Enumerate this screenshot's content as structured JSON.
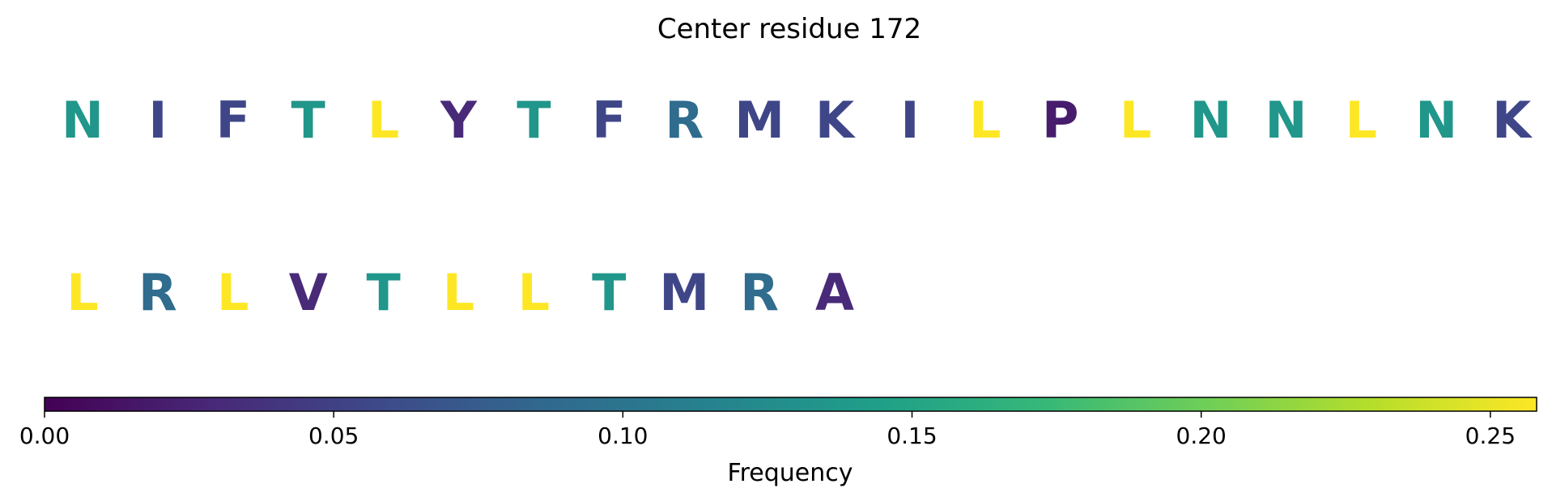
{
  "chart_data": {
    "type": "heatmap",
    "title": "Center residue 172",
    "rows": [
      {
        "letters": [
          "N",
          "I",
          "F",
          "T",
          "L",
          "Y",
          "T",
          "F",
          "R",
          "M",
          "K",
          "I",
          "L",
          "P",
          "L",
          "N",
          "N",
          "L",
          "N",
          "K"
        ],
        "values": [
          0.135,
          0.055,
          0.055,
          0.135,
          0.258,
          0.03,
          0.135,
          0.055,
          0.09,
          0.055,
          0.055,
          0.055,
          0.258,
          0.02,
          0.258,
          0.135,
          0.135,
          0.258,
          0.135,
          0.055
        ]
      },
      {
        "letters": [
          "L",
          "R",
          "L",
          "V",
          "T",
          "L",
          "L",
          "T",
          "M",
          "R",
          "A"
        ],
        "values": [
          0.258,
          0.09,
          0.258,
          0.03,
          0.135,
          0.258,
          0.258,
          0.135,
          0.055,
          0.09,
          0.03
        ]
      }
    ],
    "colorbar": {
      "label": "Frequency",
      "range": [
        0,
        0.258
      ],
      "ticks": [
        0,
        0.05,
        0.1,
        0.15,
        0.2,
        0.25
      ],
      "tick_labels": [
        "0.00",
        "0.05",
        "0.10",
        "0.15",
        "0.20",
        "0.25"
      ],
      "colormap": "viridis"
    }
  }
}
